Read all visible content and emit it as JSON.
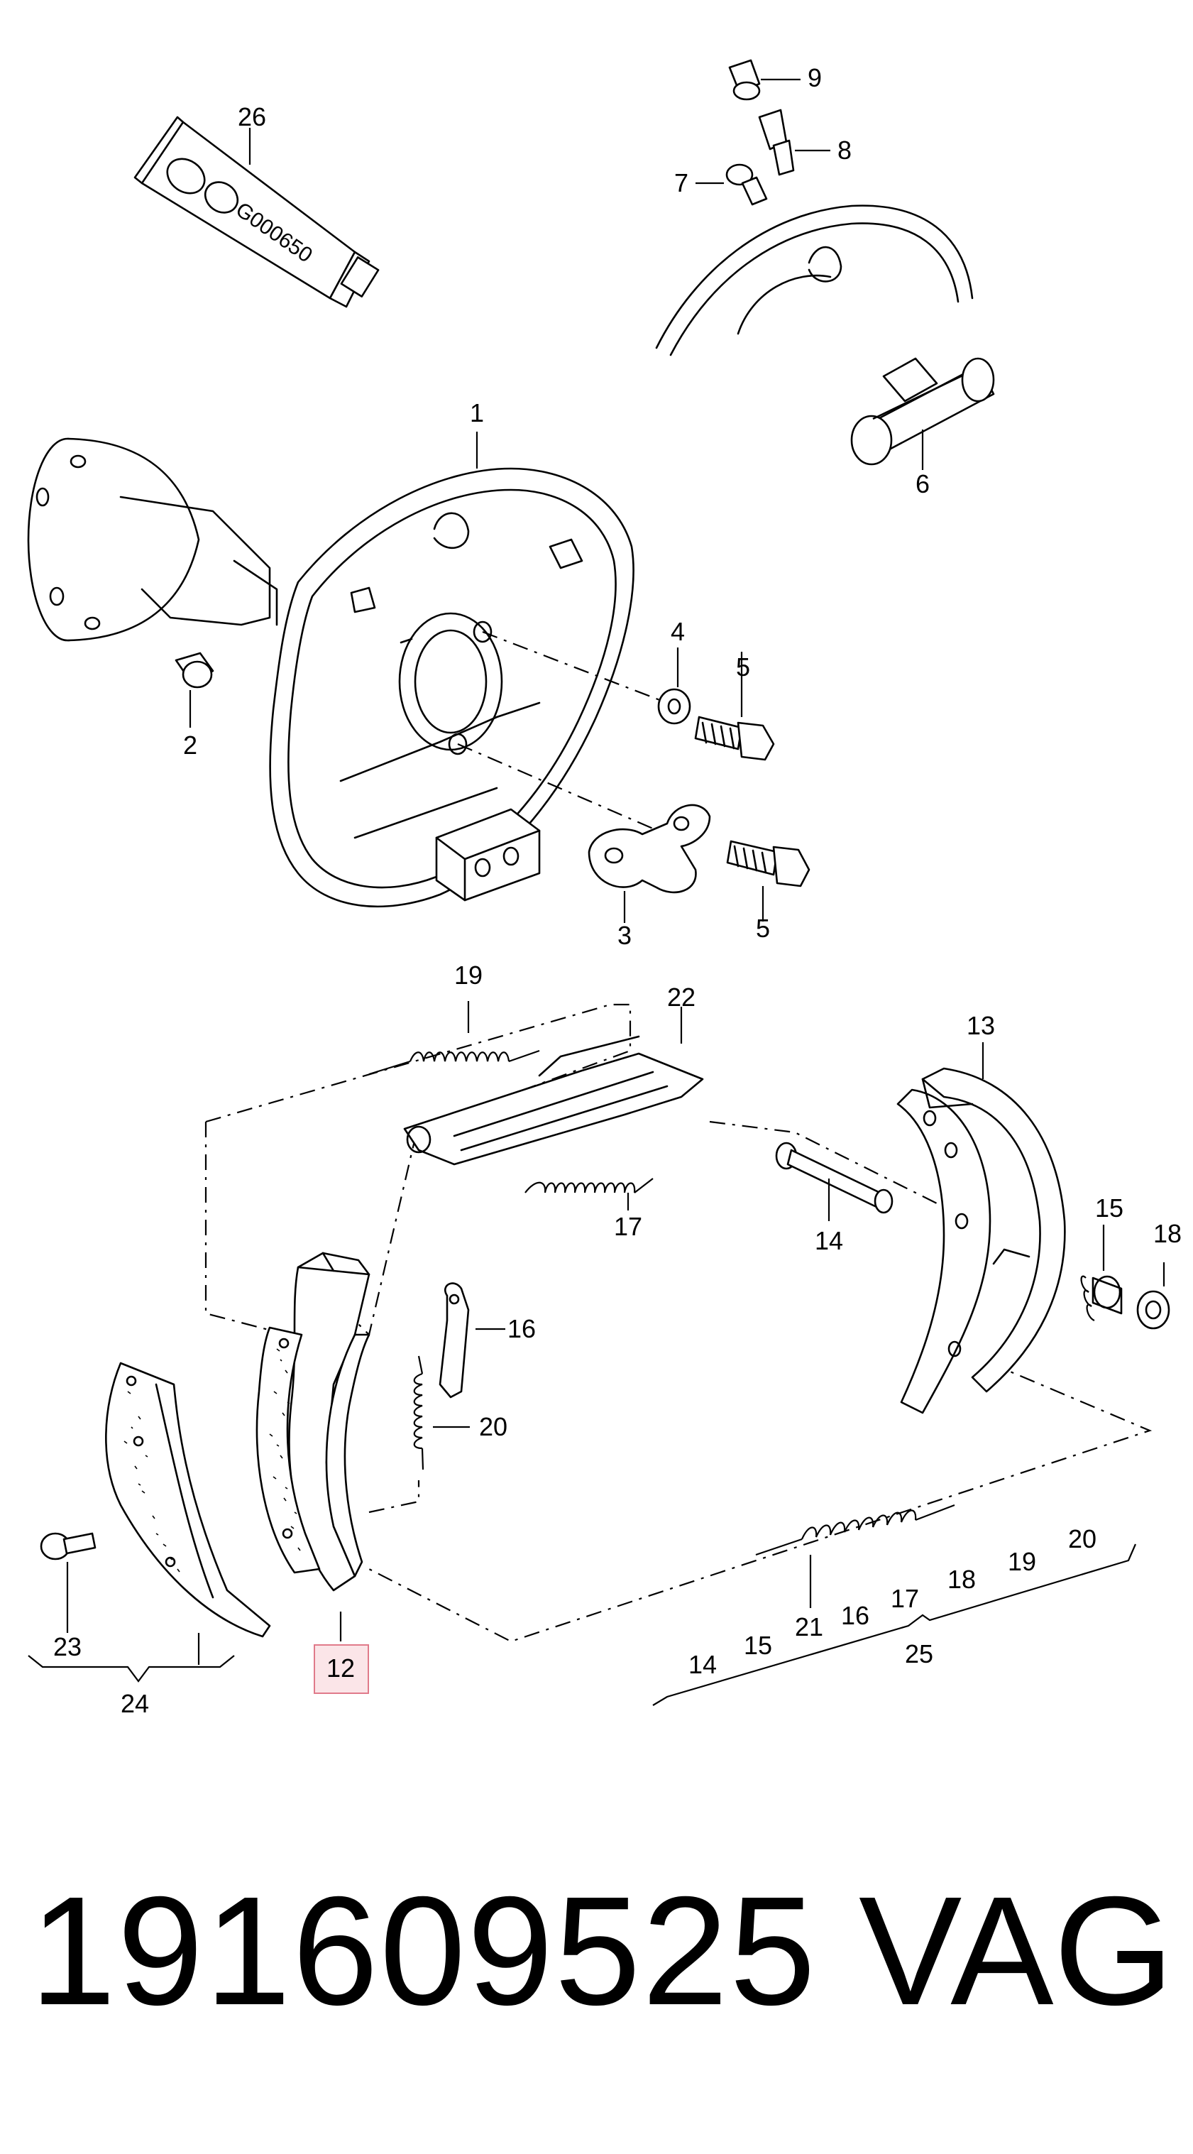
{
  "diagram": {
    "highlighted_label": "12",
    "callouts": {
      "c1": "1",
      "c2": "2",
      "c3": "3",
      "c4": "4",
      "c5a": "5",
      "c5b": "5",
      "c6": "6",
      "c7": "7",
      "c8": "8",
      "c9": "9",
      "c12": "12",
      "c13": "13",
      "c14a": "14",
      "c15a": "15",
      "c16a": "16",
      "c17a": "17",
      "c18a": "18",
      "c19a": "19",
      "c20a": "20",
      "c21": "21",
      "c22": "22",
      "c23": "23",
      "c24": "24",
      "c25": "25",
      "c26": "26",
      "k14": "14",
      "k15": "15",
      "k16": "16",
      "k17": "17",
      "k18": "18",
      "k19": "19",
      "k20": "20"
    },
    "tube_text": "G000650"
  },
  "footer": {
    "part_number": "191609525",
    "brand": "VAG"
  }
}
